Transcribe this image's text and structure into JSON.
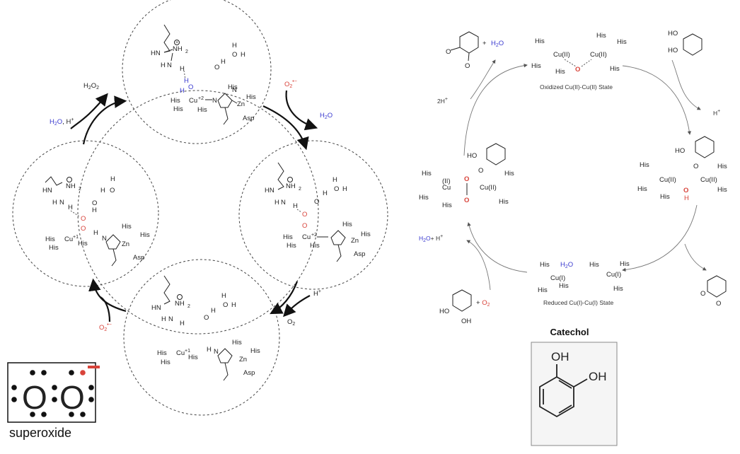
{
  "left_cycle": {
    "states": {
      "top": {
        "guanidinium": {
          "hn": "HN",
          "nh2": "NH",
          "nh2_sub": "2",
          "plus": "+",
          "h": "H",
          "n": "N",
          "h2": "H"
        },
        "water": {
          "h1": "H",
          "o": "O",
          "h2": "H",
          "o2": "O",
          "h3": "H"
        },
        "bridge": {
          "h": "H",
          "o_minus": "O",
          "h2": "H"
        },
        "metals": {
          "cu": "Cu",
          "cu_charge": "+2",
          "zn": "Zn",
          "n1": "N",
          "n2": "N",
          "his": "His",
          "asp": "Asp"
        }
      },
      "right": {
        "water": {
          "h": "H",
          "o": "O",
          "h2": "H",
          "o2": "O"
        },
        "peroxo": {
          "o1": "O",
          "o2": "O",
          "h": "H"
        },
        "metals": {
          "cu": "Cu",
          "cu_charge": "+2",
          "zn": "Zn",
          "his": "His",
          "asp": "Asp"
        }
      },
      "bottom": {
        "metals": {
          "cu": "Cu",
          "cu_charge": "+1",
          "zn": "Zn",
          "his": "His",
          "asp": "Asp",
          "n": "N",
          "h": "H"
        },
        "water": {
          "h": "H",
          "o": "O",
          "h2": "H"
        }
      },
      "left": {
        "superoxide_o1": "O",
        "superoxide_o2": "O",
        "metals": {
          "cu": "Cu",
          "cu_charge": "+1",
          "zn": "Zn",
          "his": "His",
          "asp": "Asp",
          "n": "N",
          "h": "H"
        },
        "water": {
          "h": "H",
          "o": "O",
          "h2": "H"
        }
      }
    },
    "species": {
      "h2o2": "H",
      "h2o2_sub": "2",
      "h2o2_o": "O",
      "h2o2_sub2": "2",
      "o2_minus_top": "O",
      "o2_minus_top_sub": "2",
      "o2_minus_top_sup": "•−",
      "h2o_top_right": "H",
      "h2o_top_right_sub": "2",
      "h2o_top_right_o": "O",
      "h2o_h_left": "H",
      "h2o_h_left_sub": "2",
      "h2o_h_left_o": "O",
      "h2o_h_left_rest": ", H",
      "h2o_h_left_plus": "+",
      "h_plus_right": "H",
      "h_plus_right_sup": "+",
      "o2_right": "O",
      "o2_right_sub": "2",
      "o2_minus_left": "O",
      "o2_minus_left_sub": "2",
      "o2_minus_left_sup": "•−"
    }
  },
  "right_cycle": {
    "oxidized_label": "Oxidized Cu(II)-Cu(II) State",
    "reduced_label": "Reduced Cu(I)-Cu(I) State",
    "his": "His",
    "cu2": "Cu(II)",
    "cu1": "Cu(I)",
    "cu": "Cu",
    "cu_ii_roman": "(II)",
    "o": "O",
    "h": "H",
    "ho": "HO",
    "oh": "OH",
    "o_minus": "O",
    "species": {
      "h2o_top": "H",
      "h2o_top_sub": "2",
      "h2o_top_o": "O",
      "plus": "+",
      "two_h_plus": "2H",
      "two_h_plus_sup": "+",
      "h_plus_right": "H",
      "h_plus_right_sup": "+",
      "h2o_left": "H",
      "h2o_left_sub": "2",
      "h2o_left_o": "O",
      "h_plus_left": "+ H",
      "h_plus_left_sup": "+",
      "o2": "O",
      "o2_sub": "2",
      "h2o_reduced": "H",
      "h2o_reduced_sub": "2",
      "h2o_reduced_o": "O"
    }
  },
  "superoxide": {
    "label": "superoxide",
    "o1": "O",
    "o2": "O"
  },
  "catechol": {
    "title": "Catechol",
    "oh1": "OH",
    "oh2": "OH"
  },
  "colors": {
    "water_blue": "#3a3acf",
    "oxygen_red": "#d8433a",
    "superoxide_charge": "#d8433a"
  }
}
